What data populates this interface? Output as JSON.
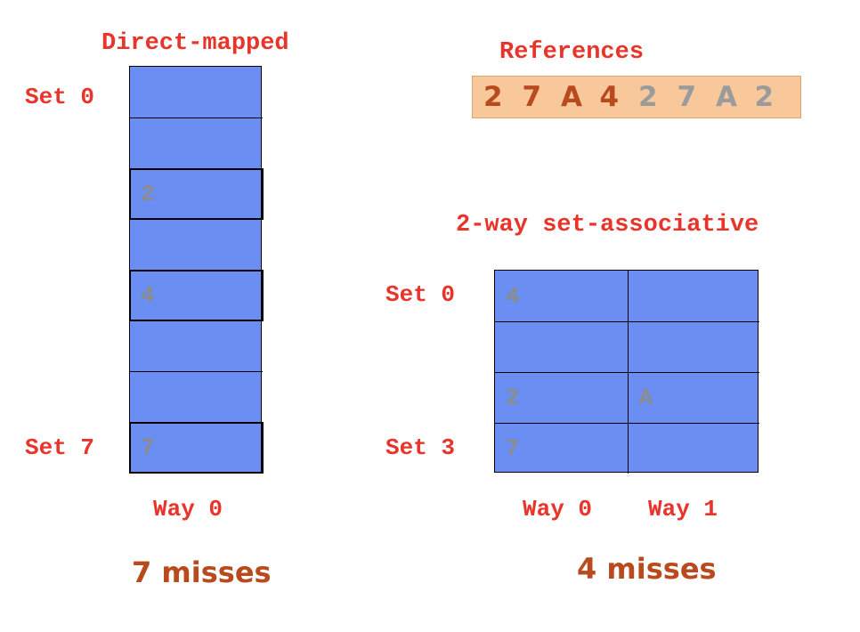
{
  "direct_mapped": {
    "title": "Direct-mapped",
    "set_labels": {
      "first": "Set 0",
      "last": "Set 7"
    },
    "way_label": "Way 0",
    "misses": "7 misses",
    "sets": [
      {
        "way0": ""
      },
      {
        "way0": ""
      },
      {
        "way0": "2"
      },
      {
        "way0": ""
      },
      {
        "way0": "4"
      },
      {
        "way0": ""
      },
      {
        "way0": ""
      },
      {
        "way0": "7"
      }
    ]
  },
  "references": {
    "title": "References",
    "items": [
      {
        "value": "2",
        "state": "active"
      },
      {
        "value": "7",
        "state": "active"
      },
      {
        "value": "A",
        "state": "active"
      },
      {
        "value": "4",
        "state": "active"
      },
      {
        "value": "2",
        "state": "inactive"
      },
      {
        "value": "7",
        "state": "inactive"
      },
      {
        "value": "A",
        "state": "inactive"
      },
      {
        "value": "2",
        "state": "inactive"
      }
    ]
  },
  "set_associative": {
    "title": "2-way set-associative",
    "set_labels": {
      "first": "Set 0",
      "last": "Set 3"
    },
    "way_labels": [
      "Way 0",
      "Way 1"
    ],
    "misses": "4 misses",
    "sets": [
      {
        "way0": "4",
        "way1": ""
      },
      {
        "way0": "",
        "way1": ""
      },
      {
        "way0": "2",
        "way1": "A"
      },
      {
        "way0": "7",
        "way1": ""
      }
    ]
  },
  "colors": {
    "label_red": "#e8342a",
    "misses_brown": "#b84a1e",
    "cache_blue": "#6a8ef2",
    "ref_strip": "#f8c89a",
    "faded_value": "#8c8c8c"
  }
}
